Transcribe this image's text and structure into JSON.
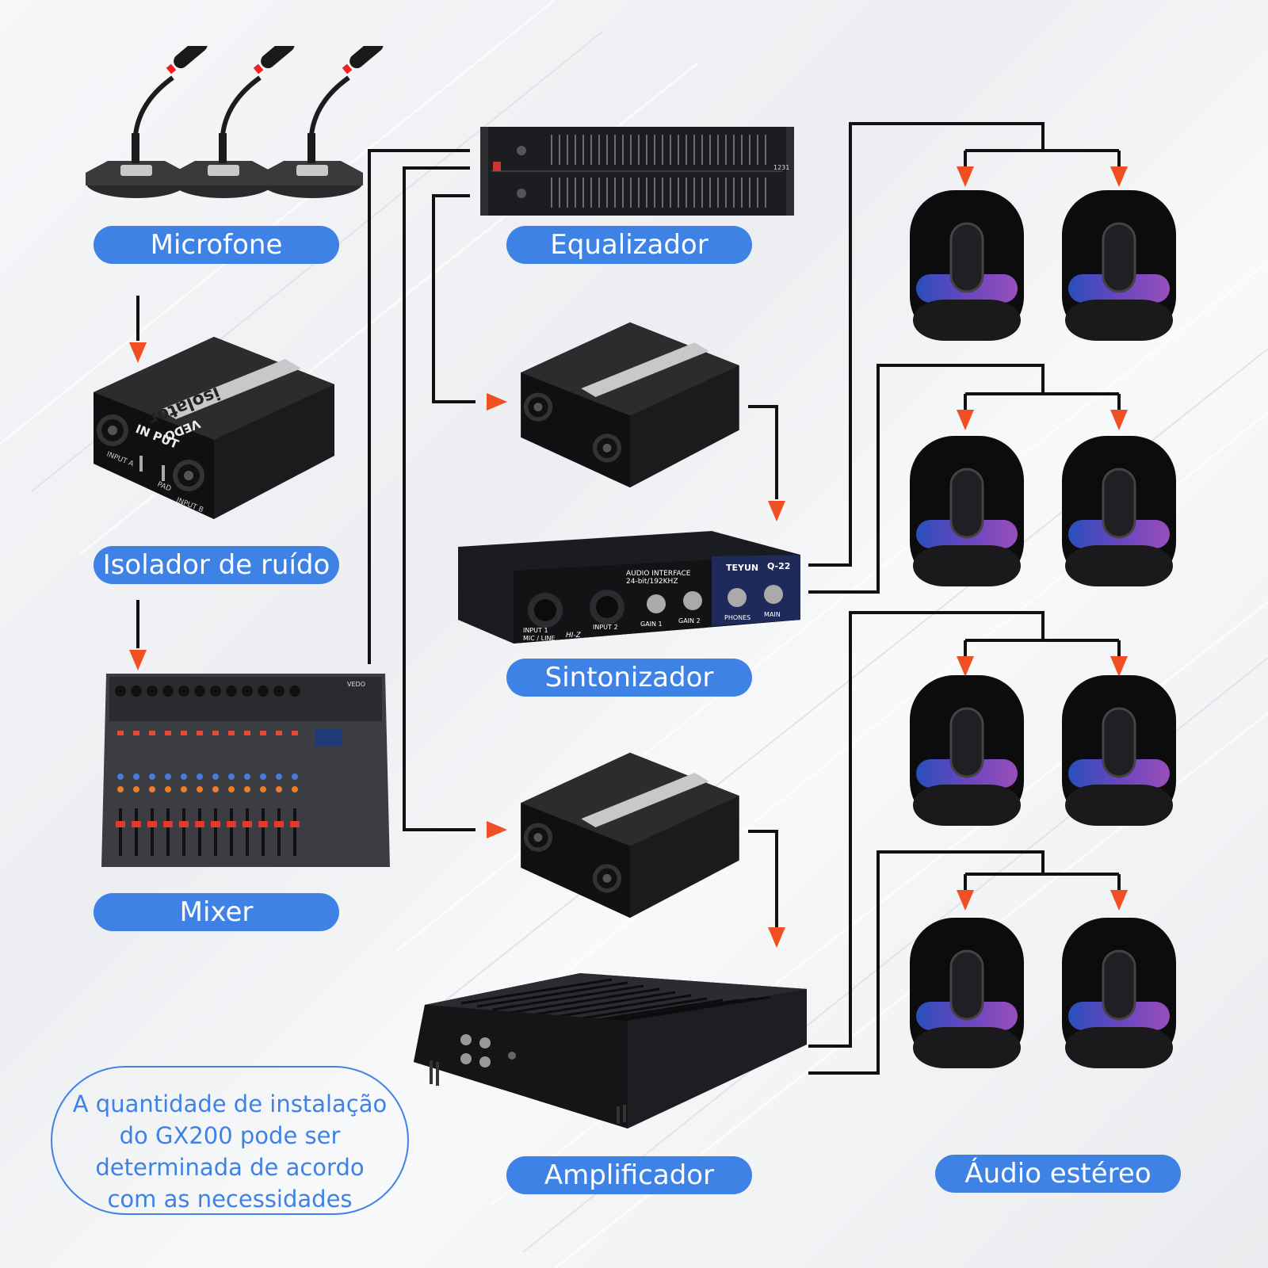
{
  "labels": {
    "microphone": "Microfone",
    "isolator": "Isolador de ruído",
    "mixer": "Mixer",
    "equalizer": "Equalizador",
    "tuner": "Sintonizador",
    "amplifier": "Amplificador",
    "stereo": "Áudio estéreo"
  },
  "note": {
    "line1": "A quantidade de instalação",
    "line2": "do GX200 pode ser",
    "line3": "determinada de acordo",
    "line4": "com as necessidades"
  },
  "device_text": {
    "isolator_brand": "VEDO",
    "isolator_model": "isolator",
    "isolator_input": "IN PUT",
    "isolator_input_a": "INPUT A",
    "isolator_input_b": "INPUT B",
    "isolator_pad": "PAD",
    "eq_model": "1231",
    "interface_title": "AUDIO INTERFACE",
    "interface_spec": "24-bit/192KHZ",
    "interface_brand": "TEYUN",
    "interface_model": "Q-22",
    "interface_input1": "INPUT 1",
    "interface_mic_line": "MIC / LINE",
    "interface_hiz": "HI-Z",
    "interface_input2": "INPUT 2",
    "interface_gain1": "GAIN 1",
    "interface_gain2": "GAIN 2",
    "interface_phones": "PHONES",
    "interface_main": "MAIN",
    "mixer_brand": "VEDO"
  },
  "colors": {
    "label_bg": "#3f82e6",
    "arrow": "#f04e23",
    "line": "#111111"
  }
}
